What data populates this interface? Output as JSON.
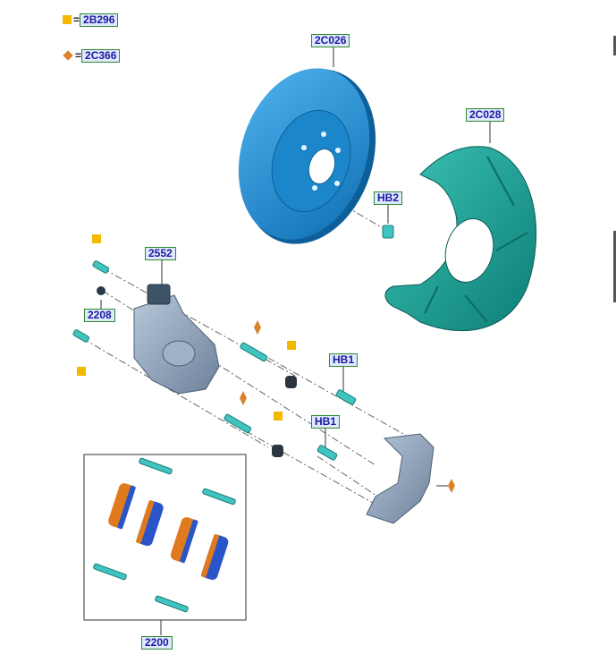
{
  "legend": [
    {
      "symbol": "square-icon",
      "label": "2B296"
    },
    {
      "symbol": "diamond-icon",
      "label": "2C366"
    }
  ],
  "callouts": {
    "disc": "2C026",
    "shield": "2C028",
    "hb2": "HB2",
    "caliper": "2552",
    "bleeder": "2208",
    "hb1_upper": "HB1",
    "hb1_lower": "HB1",
    "pad_kit": "2200"
  },
  "colors": {
    "disc": "#1f8fd6",
    "shield": "#1aa39a",
    "caliper": "#8aa0b8",
    "bolt": "#3fc4c0",
    "pad_backing": "#2a55c8",
    "pad_friction": "#e07a1e",
    "square_marker": "#f5b800",
    "diamond_marker": "#d9822b",
    "label_border": "#2e8b2e",
    "label_fill": "#dfe8ff",
    "label_text": "#1a1aa0"
  }
}
